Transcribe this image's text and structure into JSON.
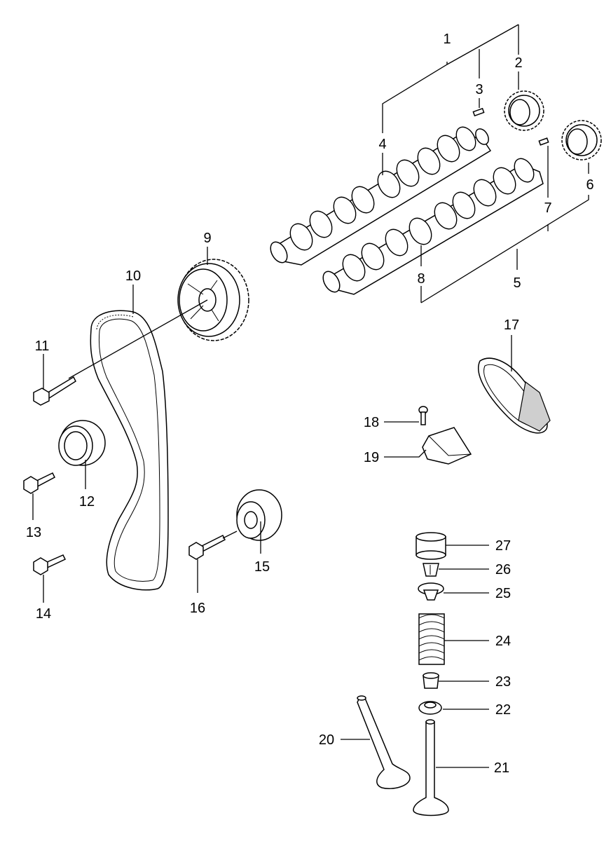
{
  "diagram": {
    "colors": {
      "ink": "#000000",
      "paper": "#ffffff",
      "shade": "#cfcfcf"
    },
    "callouts": [
      "1",
      "2",
      "3",
      "4",
      "5",
      "6",
      "7",
      "8",
      "9",
      "10",
      "11",
      "12",
      "13",
      "14",
      "15",
      "16",
      "17",
      "18",
      "19",
      "20",
      "21",
      "22",
      "23",
      "24",
      "25",
      "26",
      "27"
    ]
  }
}
